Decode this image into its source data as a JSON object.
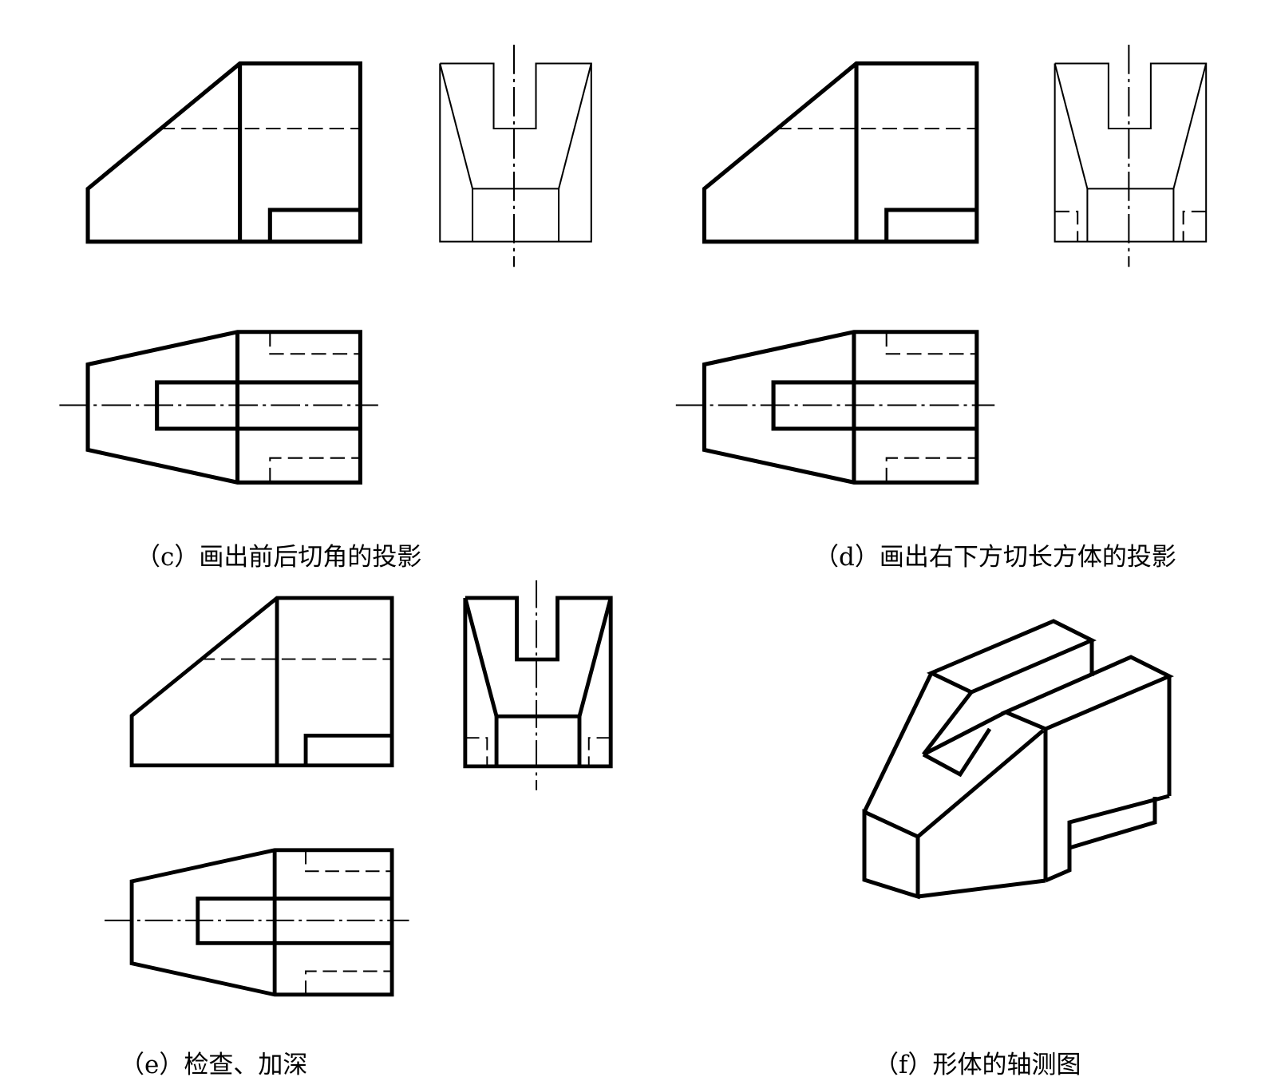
{
  "captions": {
    "c": "（c）画出前后切角的投影",
    "d": "（d）画出右下方切长方体的投影",
    "e": "（e）检查、加深",
    "f": "（f）形体的轴测图"
  }
}
